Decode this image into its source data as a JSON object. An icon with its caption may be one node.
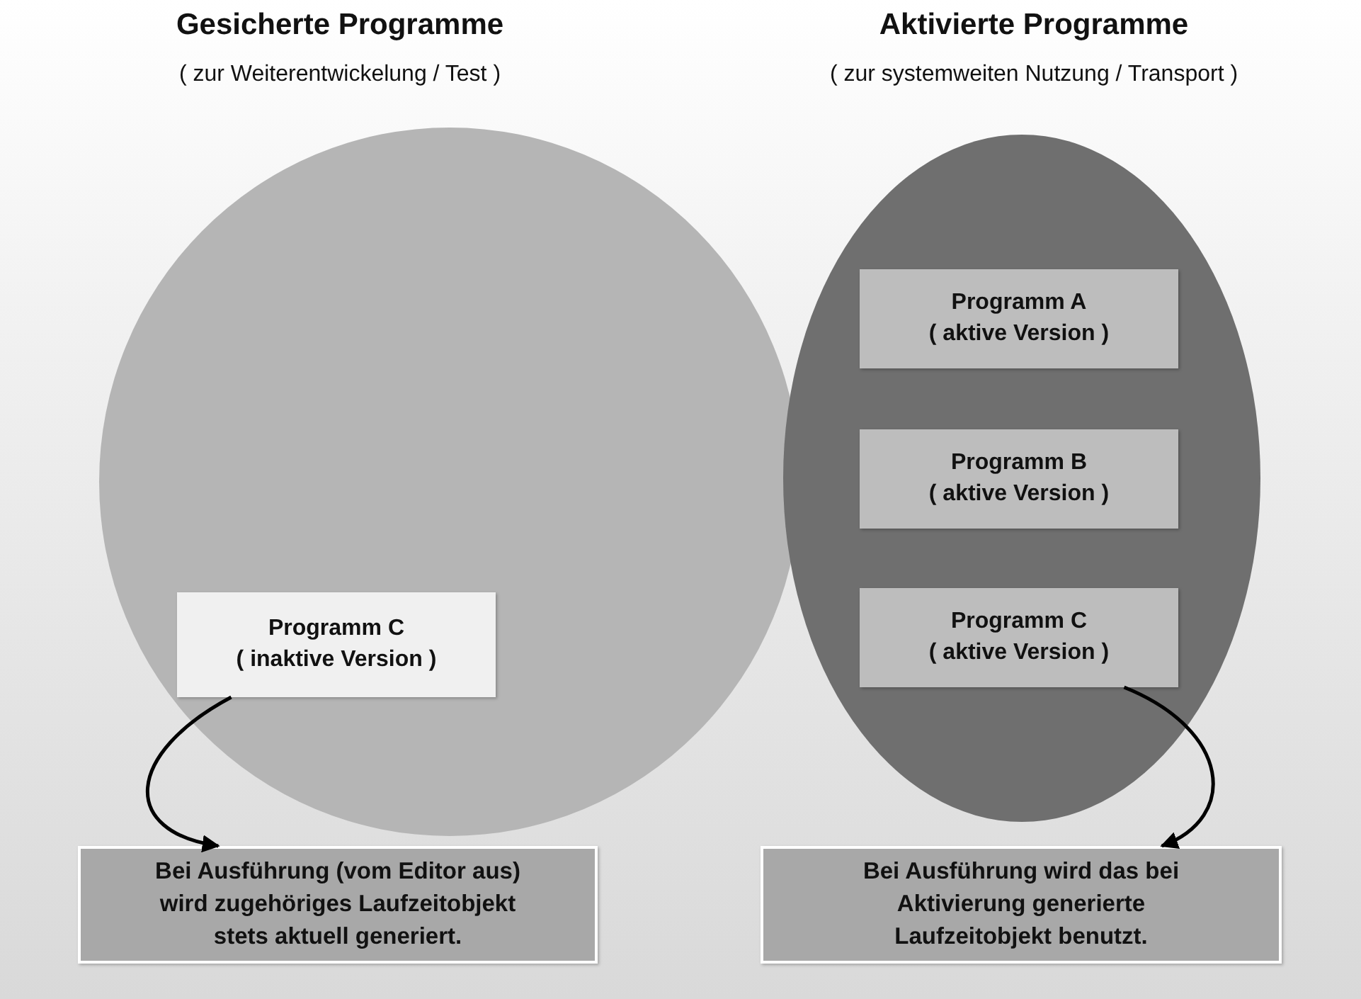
{
  "diagram": {
    "nodes": [
      {
        "text": [
          "Gesicherte Programme",
          "( zur Weiterentwickelung / Test )"
        ]
      },
      {
        "text": [
          "Programm C",
          "( inaktive Version )"
        ],
        "in": 0
      },
      {
        "text": [
          "Bei Ausführung (vom Editor aus) wird zugehöriges Laufzeitobjekt stets aktuell generiert."
        ]
      },
      {
        "text": [
          "Aktivierte Programme",
          "( zur systemweiten Nutzung / Transport )"
        ]
      },
      {
        "text": [
          "Programm A",
          "( aktive Version )"
        ],
        "in": 3
      },
      {
        "text": [
          "Programm B",
          "( aktive Version )"
        ],
        "in": 3
      },
      {
        "text": [
          "Programm C",
          "( aktive Version )"
        ],
        "in": 3
      },
      {
        "text": [
          "Bei Ausführung wird das bei Aktivierung generierte Laufzeitobjekt benutzt."
        ]
      }
    ],
    "edges": [
      {
        "from": 1,
        "to": 2,
        "arrow": "to"
      },
      {
        "from": 6,
        "to": 7,
        "arrow": "to"
      }
    ]
  }
}
